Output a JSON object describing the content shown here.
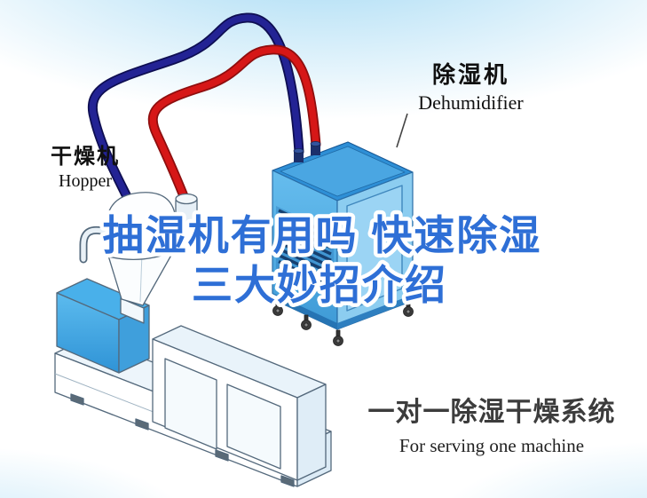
{
  "labels": {
    "hopper": {
      "zh": "干燥机",
      "en": "Hopper"
    },
    "dehumidifier": {
      "zh": "除湿机",
      "en": "Dehumidifier"
    }
  },
  "headline": {
    "line1": "抽湿机有用吗 快速除湿",
    "line2": "三大妙招介绍"
  },
  "caption": {
    "zh": "一对一除湿干燥系统",
    "en": "For serving one machine"
  },
  "colors": {
    "sky": "#9ed7f3",
    "headline": "#2e6fd6",
    "headline_outline": "#ffffff",
    "pipe_hot": "#d61717",
    "pipe_cold": "#232394",
    "dehumidifier_top": "#2e8fd6",
    "dehumidifier_front": "#4aa8e0",
    "dehumidifier_side": "#8ccdf0",
    "vent": "#16406f",
    "barrel": "#49b0ea",
    "caption_text": "#3c3c3c"
  }
}
